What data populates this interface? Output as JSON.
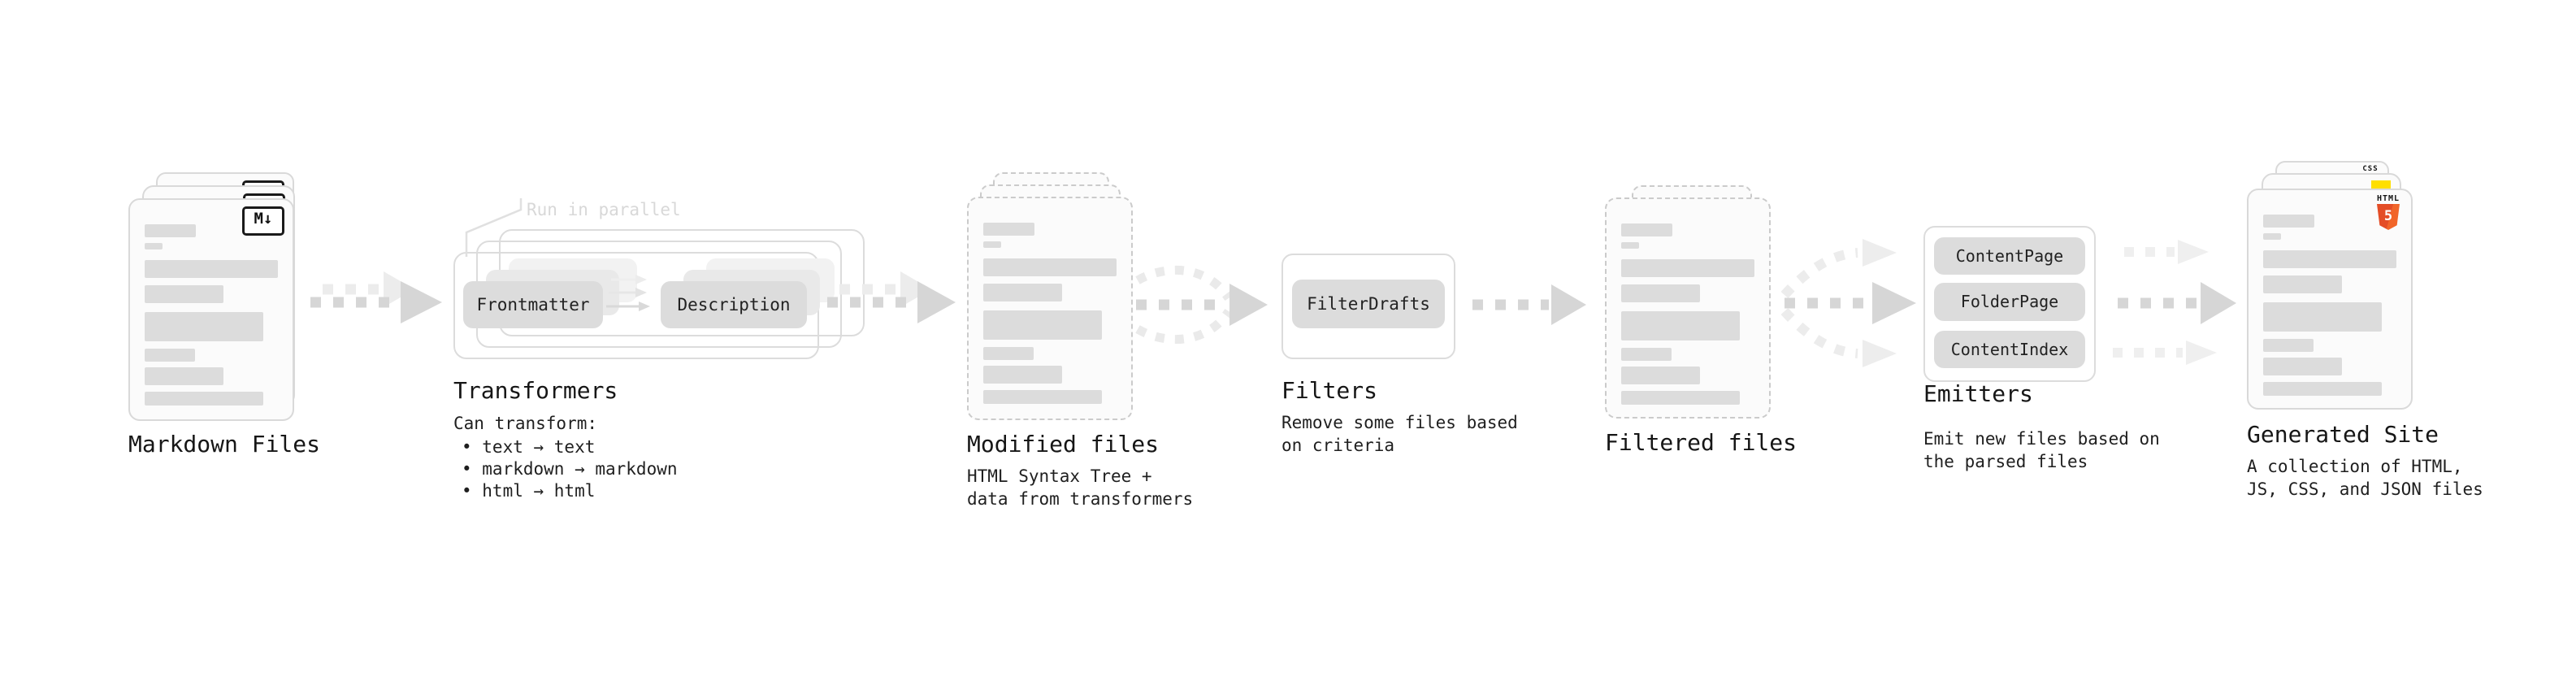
{
  "nodes": {
    "markdown": {
      "title": "Markdown Files",
      "badge": "M↓"
    },
    "transformers": {
      "title": "Transformers",
      "callout": "Run in parallel",
      "pills": [
        "Frontmatter",
        "Description"
      ],
      "subtitle": "Can transform:",
      "bullets": [
        "• text → text",
        "• markdown → markdown",
        "• html → html"
      ]
    },
    "modified": {
      "title": "Modified files",
      "desc": "HTML Syntax Tree +\ndata from transformers"
    },
    "filters": {
      "title": "Filters",
      "pill": "FilterDrafts",
      "desc": "Remove some files based\non criteria"
    },
    "filtered": {
      "title": "Filtered files"
    },
    "emitters": {
      "title": "Emitters",
      "pills": [
        "ContentPage",
        "FolderPage",
        "ContentIndex"
      ],
      "desc": "Emit new files based on\nthe parsed files"
    },
    "generated": {
      "title": "Generated Site",
      "desc": "A collection of HTML,\nJS, CSS, and JSON files",
      "badges": {
        "css": "CSS",
        "html": "HTML",
        "five": "5"
      }
    }
  },
  "colors": {
    "text": "#1c1c1c",
    "callout_gray": "#d8d8d8",
    "pill_fill": "#dcdcdc",
    "arrow": "#d6d6d6",
    "arrow_ghost": "#ececec",
    "css_blue": "#2c5fe8",
    "js_yellow": "#ffdf00",
    "html5_orange": "#e8502a"
  }
}
